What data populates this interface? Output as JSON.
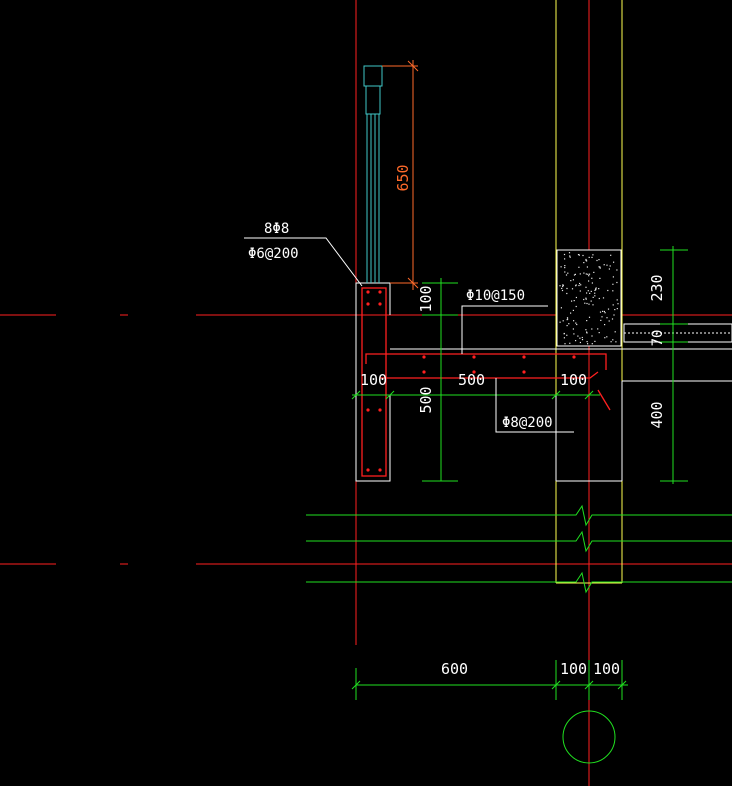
{
  "colors": {
    "background": "#000000",
    "axis_red": "#ff2020",
    "dimension_green": "#20e020",
    "outline_white": "#ffffff",
    "wall_yellow": "#ffff50",
    "railing_cyan": "#40c8c8",
    "dim_orange": "#ff6a2a"
  },
  "labels": {
    "railing_height": "650",
    "stirrup_top": "8Φ8",
    "stirrup_bottom": "Φ6@200",
    "slab_rebar_top": "Φ10@150",
    "slab_rebar_bottom": "Φ8@200",
    "dim_100_a": "100",
    "dim_500_a": "500",
    "dim_100_b": "100",
    "dim_100_v": "100",
    "dim_500_v": "500",
    "dim_230": "230",
    "dim_70": "70",
    "dim_400": "400",
    "dim_600": "600",
    "dim_100_c": "100",
    "dim_100_d": "100"
  }
}
